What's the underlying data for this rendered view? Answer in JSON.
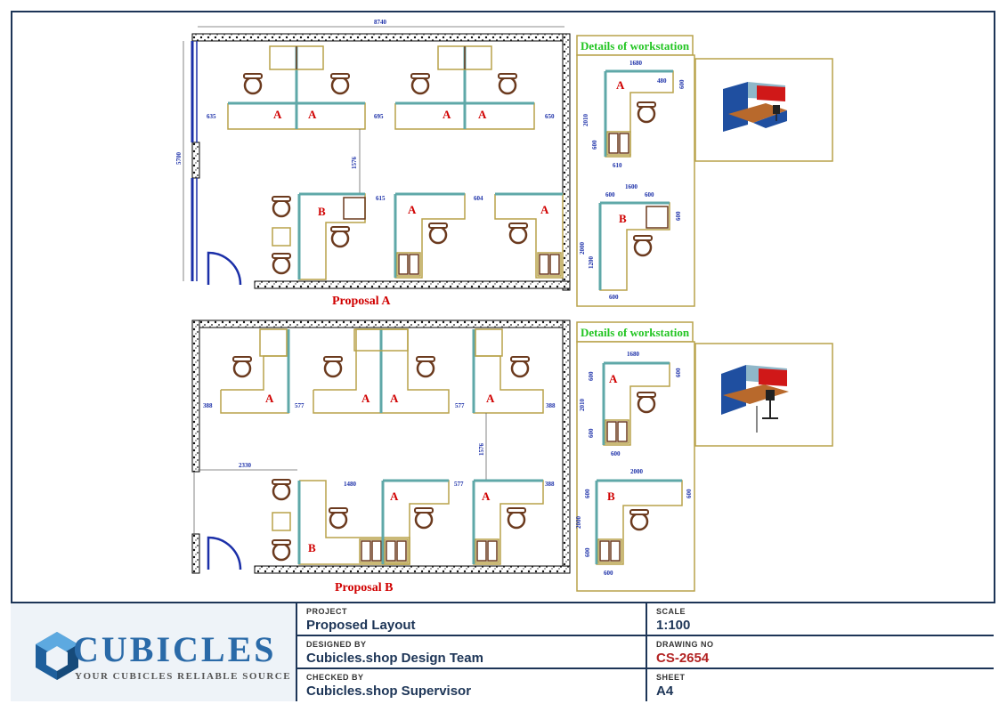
{
  "proposals": [
    {
      "title": "Proposal A",
      "width_dim": "8740",
      "height_dim": "5700",
      "gaps": [
        "635",
        "695",
        "650",
        "1576",
        "615",
        "604"
      ],
      "upper_letters": [
        "A",
        "A",
        "A",
        "A"
      ],
      "lower_letters": [
        "B",
        "A",
        "A"
      ],
      "details_title": "Details of workstation",
      "detail_a": {
        "letter": "A",
        "dims": [
          "1680",
          "480",
          "600",
          "2010",
          "600",
          "610"
        ]
      },
      "detail_b": {
        "letter": "B",
        "dims": [
          "1600",
          "600",
          "600",
          "600",
          "2000",
          "1200",
          "600"
        ]
      }
    },
    {
      "title": "Proposal B",
      "gaps": [
        "388",
        "577",
        "577",
        "388",
        "1576",
        "2330",
        "1480",
        "577",
        "388"
      ],
      "upper_letters": [
        "A",
        "A",
        "A",
        "A"
      ],
      "lower_letters": [
        "A",
        "A",
        "B"
      ],
      "details_title": "Details of workstation",
      "detail_a": {
        "letter": "A",
        "dims": [
          "1680",
          "600",
          "2010",
          "600",
          "600",
          "600"
        ]
      },
      "detail_b": {
        "letter": "B",
        "dims": [
          "2000",
          "600",
          "600",
          "2000",
          "600",
          "600"
        ]
      }
    }
  ],
  "logo": {
    "name": "CUBICLES",
    "tagline": "YOUR CUBICLES RELIABLE SOURCE"
  },
  "title_block": {
    "project_label": "PROJECT",
    "project_value": "Proposed Layout",
    "scale_label": "SCALE",
    "scale_value": "1:100",
    "designed_label": "DESIGNED BY",
    "designed_value": "Cubicles.shop Design Team",
    "drawing_label": "DRAWING NO",
    "drawing_value": "CS-2654",
    "checked_label": "CHECKED BY",
    "checked_value": "Cubicles.shop Supervisor",
    "sheet_label": "SHEET",
    "sheet_value": "A4"
  },
  "colors": {
    "frame": "#1d3557",
    "accent_red": "#b22222",
    "desk": "#b8a24a",
    "panel": "#5fa8a8"
  }
}
